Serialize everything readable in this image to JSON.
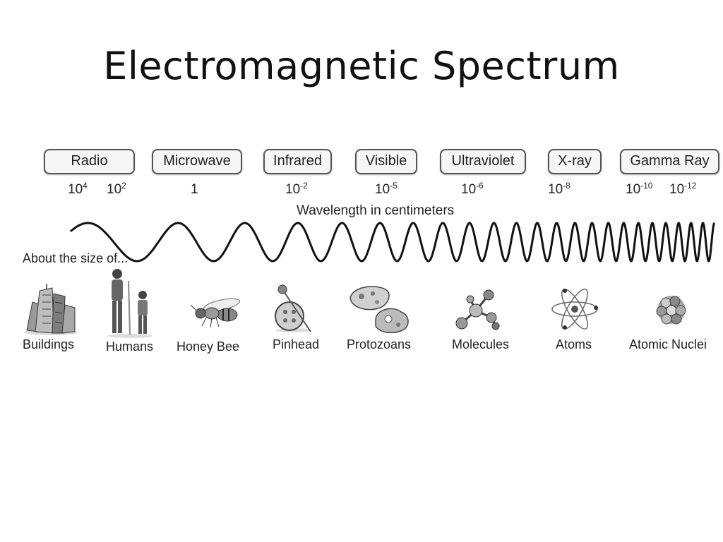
{
  "title": "Electromagnetic Spectrum",
  "bands": [
    {
      "label": "Radio"
    },
    {
      "label": "Microwave"
    },
    {
      "label": "Infrared"
    },
    {
      "label": "Visible"
    },
    {
      "label": "Ultraviolet"
    },
    {
      "label": "X-ray"
    },
    {
      "label": "Gamma Ray"
    }
  ],
  "wavelengths": [
    {
      "base": "10",
      "exp": "4"
    },
    {
      "base": "10",
      "exp": "2"
    },
    {
      "base": "1",
      "exp": ""
    },
    {
      "base": "10",
      "exp": "-2"
    },
    {
      "base": "10",
      "exp": "-5"
    },
    {
      "base": "10",
      "exp": "-6"
    },
    {
      "base": "10",
      "exp": "-8"
    },
    {
      "base": "10",
      "exp": "-10"
    },
    {
      "base": "10",
      "exp": "-12"
    }
  ],
  "axis_label": "Wavelength in centimeters",
  "size_intro": "About the size of...",
  "objects": [
    {
      "label": "Buildings",
      "icon": "buildings-icon"
    },
    {
      "label": "Humans",
      "icon": "humans-icon"
    },
    {
      "label": "Honey Bee",
      "icon": "honey-bee-icon"
    },
    {
      "label": "Pinhead",
      "icon": "pinhead-icon"
    },
    {
      "label": "Protozoans",
      "icon": "protozoans-icon"
    },
    {
      "label": "Molecules",
      "icon": "molecules-icon"
    },
    {
      "label": "Atoms",
      "icon": "atoms-icon"
    },
    {
      "label": "Atomic Nuclei",
      "icon": "atomic-nuclei-icon"
    }
  ]
}
